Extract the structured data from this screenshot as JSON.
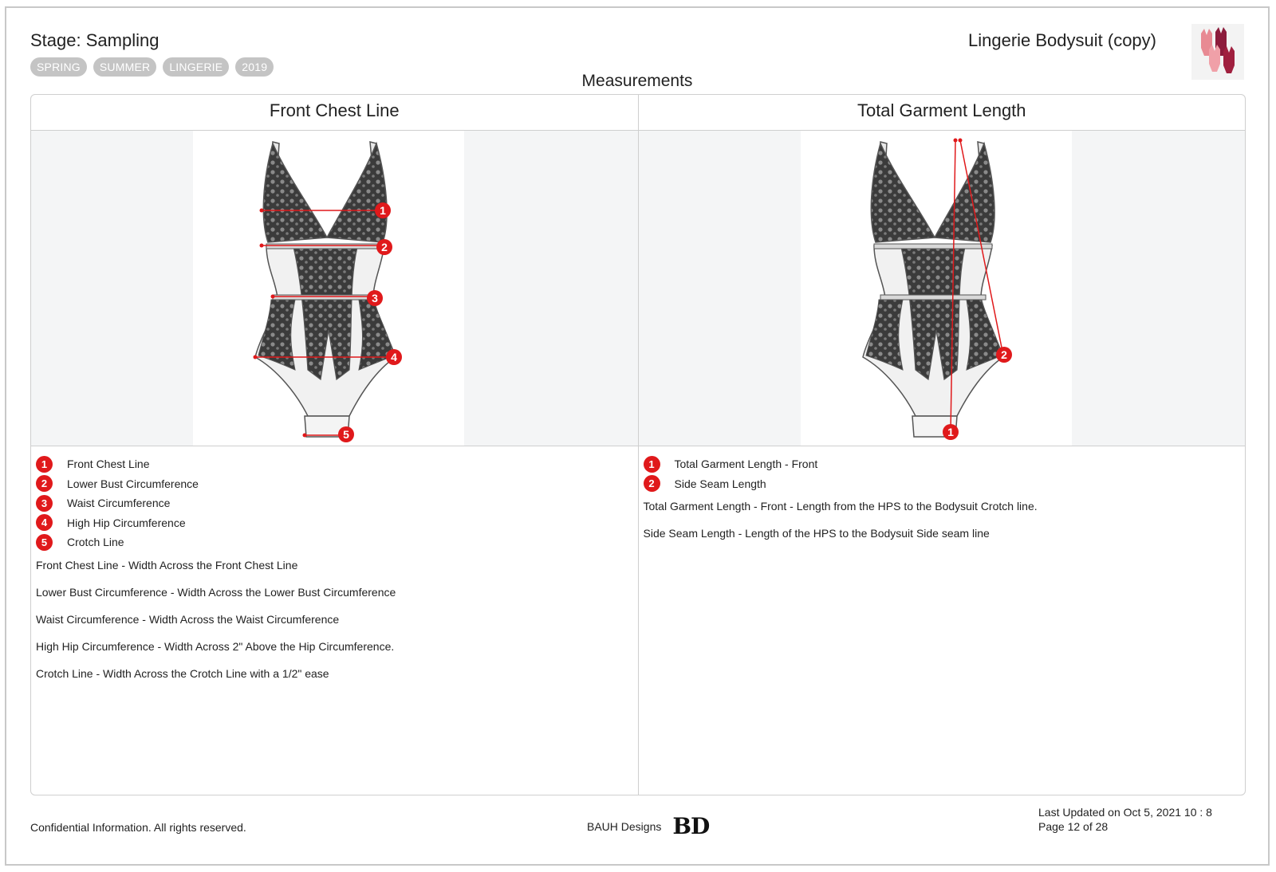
{
  "header": {
    "stage": "Stage: Sampling",
    "tags": [
      "SPRING",
      "SUMMER",
      "LINGERIE",
      "2019"
    ],
    "product_name": "Lingerie Bodysuit (copy)",
    "section_title": "Measurements"
  },
  "left_panel": {
    "title": "Front Chest Line",
    "markers": [
      "1",
      "2",
      "3",
      "4",
      "5"
    ],
    "legend": [
      {
        "num": "1",
        "label": "Front Chest Line"
      },
      {
        "num": "2",
        "label": "Lower Bust Circumference"
      },
      {
        "num": "3",
        "label": "Waist Circumference"
      },
      {
        "num": "4",
        "label": "High Hip Circumference"
      },
      {
        "num": "5",
        "label": "Crotch Line"
      }
    ],
    "descriptions": [
      "Front Chest Line - Width Across the Front Chest Line",
      "Lower Bust Circumference - Width Across the Lower Bust Circumference",
      "Waist Circumference - Width Across the Waist Circumference",
      "High Hip Circumference - Width Across 2\" Above the Hip Circumference.",
      "Crotch Line - Width Across the Crotch Line with a 1/2\" ease"
    ]
  },
  "right_panel": {
    "title": "Total Garment Length",
    "markers": [
      "1",
      "2"
    ],
    "legend": [
      {
        "num": "1",
        "label": "Total Garment Length - Front"
      },
      {
        "num": "2",
        "label": "Side Seam Length"
      }
    ],
    "descriptions": [
      "Total Garment Length - Front - Length from the HPS to the Bodysuit Crotch line.",
      "Side Seam Length - Length of the HPS to the Bodysuit Side seam line"
    ]
  },
  "footer": {
    "confidential": "Confidential Information. All rights reserved.",
    "company": "BAUH Designs",
    "logo": "BD",
    "last_updated": "Last Updated on Oct 5, 2021 10 : 8",
    "page": "Page 12 of 28"
  },
  "colors": {
    "marker_red": "#e0191b",
    "tag_grey": "#c4c4c4",
    "border_grey": "#cfcfcf"
  }
}
